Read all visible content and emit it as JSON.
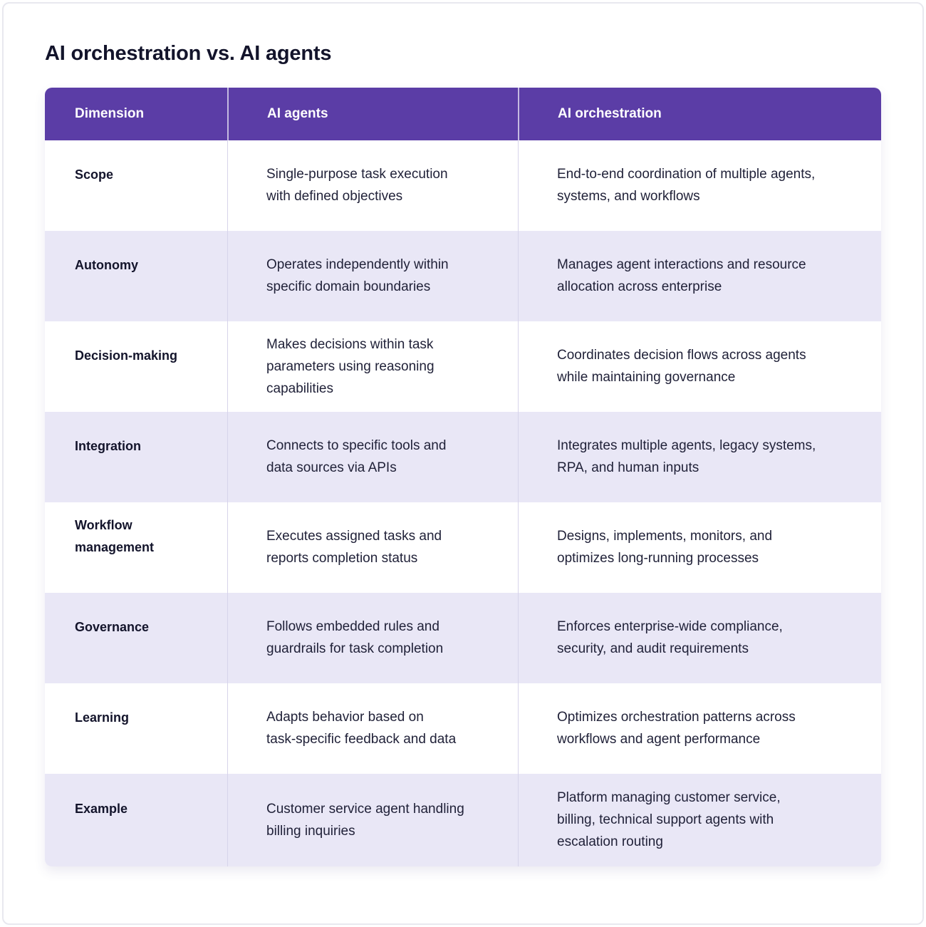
{
  "page": {
    "title": "AI orchestration vs. AI agents"
  },
  "colors": {
    "header_bg": "#5b3da6",
    "header_text": "#ffffff",
    "row_bg": "#ffffff",
    "row_alt_bg": "#e9e7f6",
    "title_text": "#13142b",
    "body_text": "#212239",
    "divider": "#d7d4ea",
    "frame_border": "#e8e8ef"
  },
  "table": {
    "columns": [
      "Dimension",
      "AI agents",
      "AI orchestration"
    ],
    "rows": [
      {
        "dimension": "Scope",
        "ai_agents": "Single-purpose task execution\nwith defined objectives",
        "ai_orchestration": "End-to-end coordination of multiple agents,\nsystems, and workflows"
      },
      {
        "dimension": "Autonomy",
        "ai_agents": "Operates independently within\nspecific domain boundaries",
        "ai_orchestration": "Manages agent interactions and resource\nallocation across enterprise"
      },
      {
        "dimension": "Decision-making",
        "ai_agents": "Makes decisions within task\nparameters using reasoning\ncapabilities",
        "ai_orchestration": "Coordinates decision flows across agents\nwhile maintaining governance"
      },
      {
        "dimension": "Integration",
        "ai_agents": "Connects to specific tools and\ndata sources via APIs",
        "ai_orchestration": "Integrates multiple agents, legacy systems,\nRPA, and human inputs"
      },
      {
        "dimension": "Workflow\nmanagement",
        "ai_agents": "Executes assigned tasks and\nreports completion status",
        "ai_orchestration": "Designs, implements, monitors, and\noptimizes long-running processes"
      },
      {
        "dimension": "Governance",
        "ai_agents": "Follows embedded rules and\nguardrails for task completion",
        "ai_orchestration": "Enforces enterprise-wide compliance,\nsecurity, and audit requirements"
      },
      {
        "dimension": "Learning",
        "ai_agents": "Adapts behavior based on\ntask-specific feedback and data",
        "ai_orchestration": "Optimizes orchestration patterns across\nworkflows and agent performance"
      },
      {
        "dimension": "Example",
        "ai_agents": "Customer service agent handling\nbilling inquiries",
        "ai_orchestration": "Platform managing customer service,\nbilling, technical support agents with\nescalation routing"
      }
    ]
  }
}
